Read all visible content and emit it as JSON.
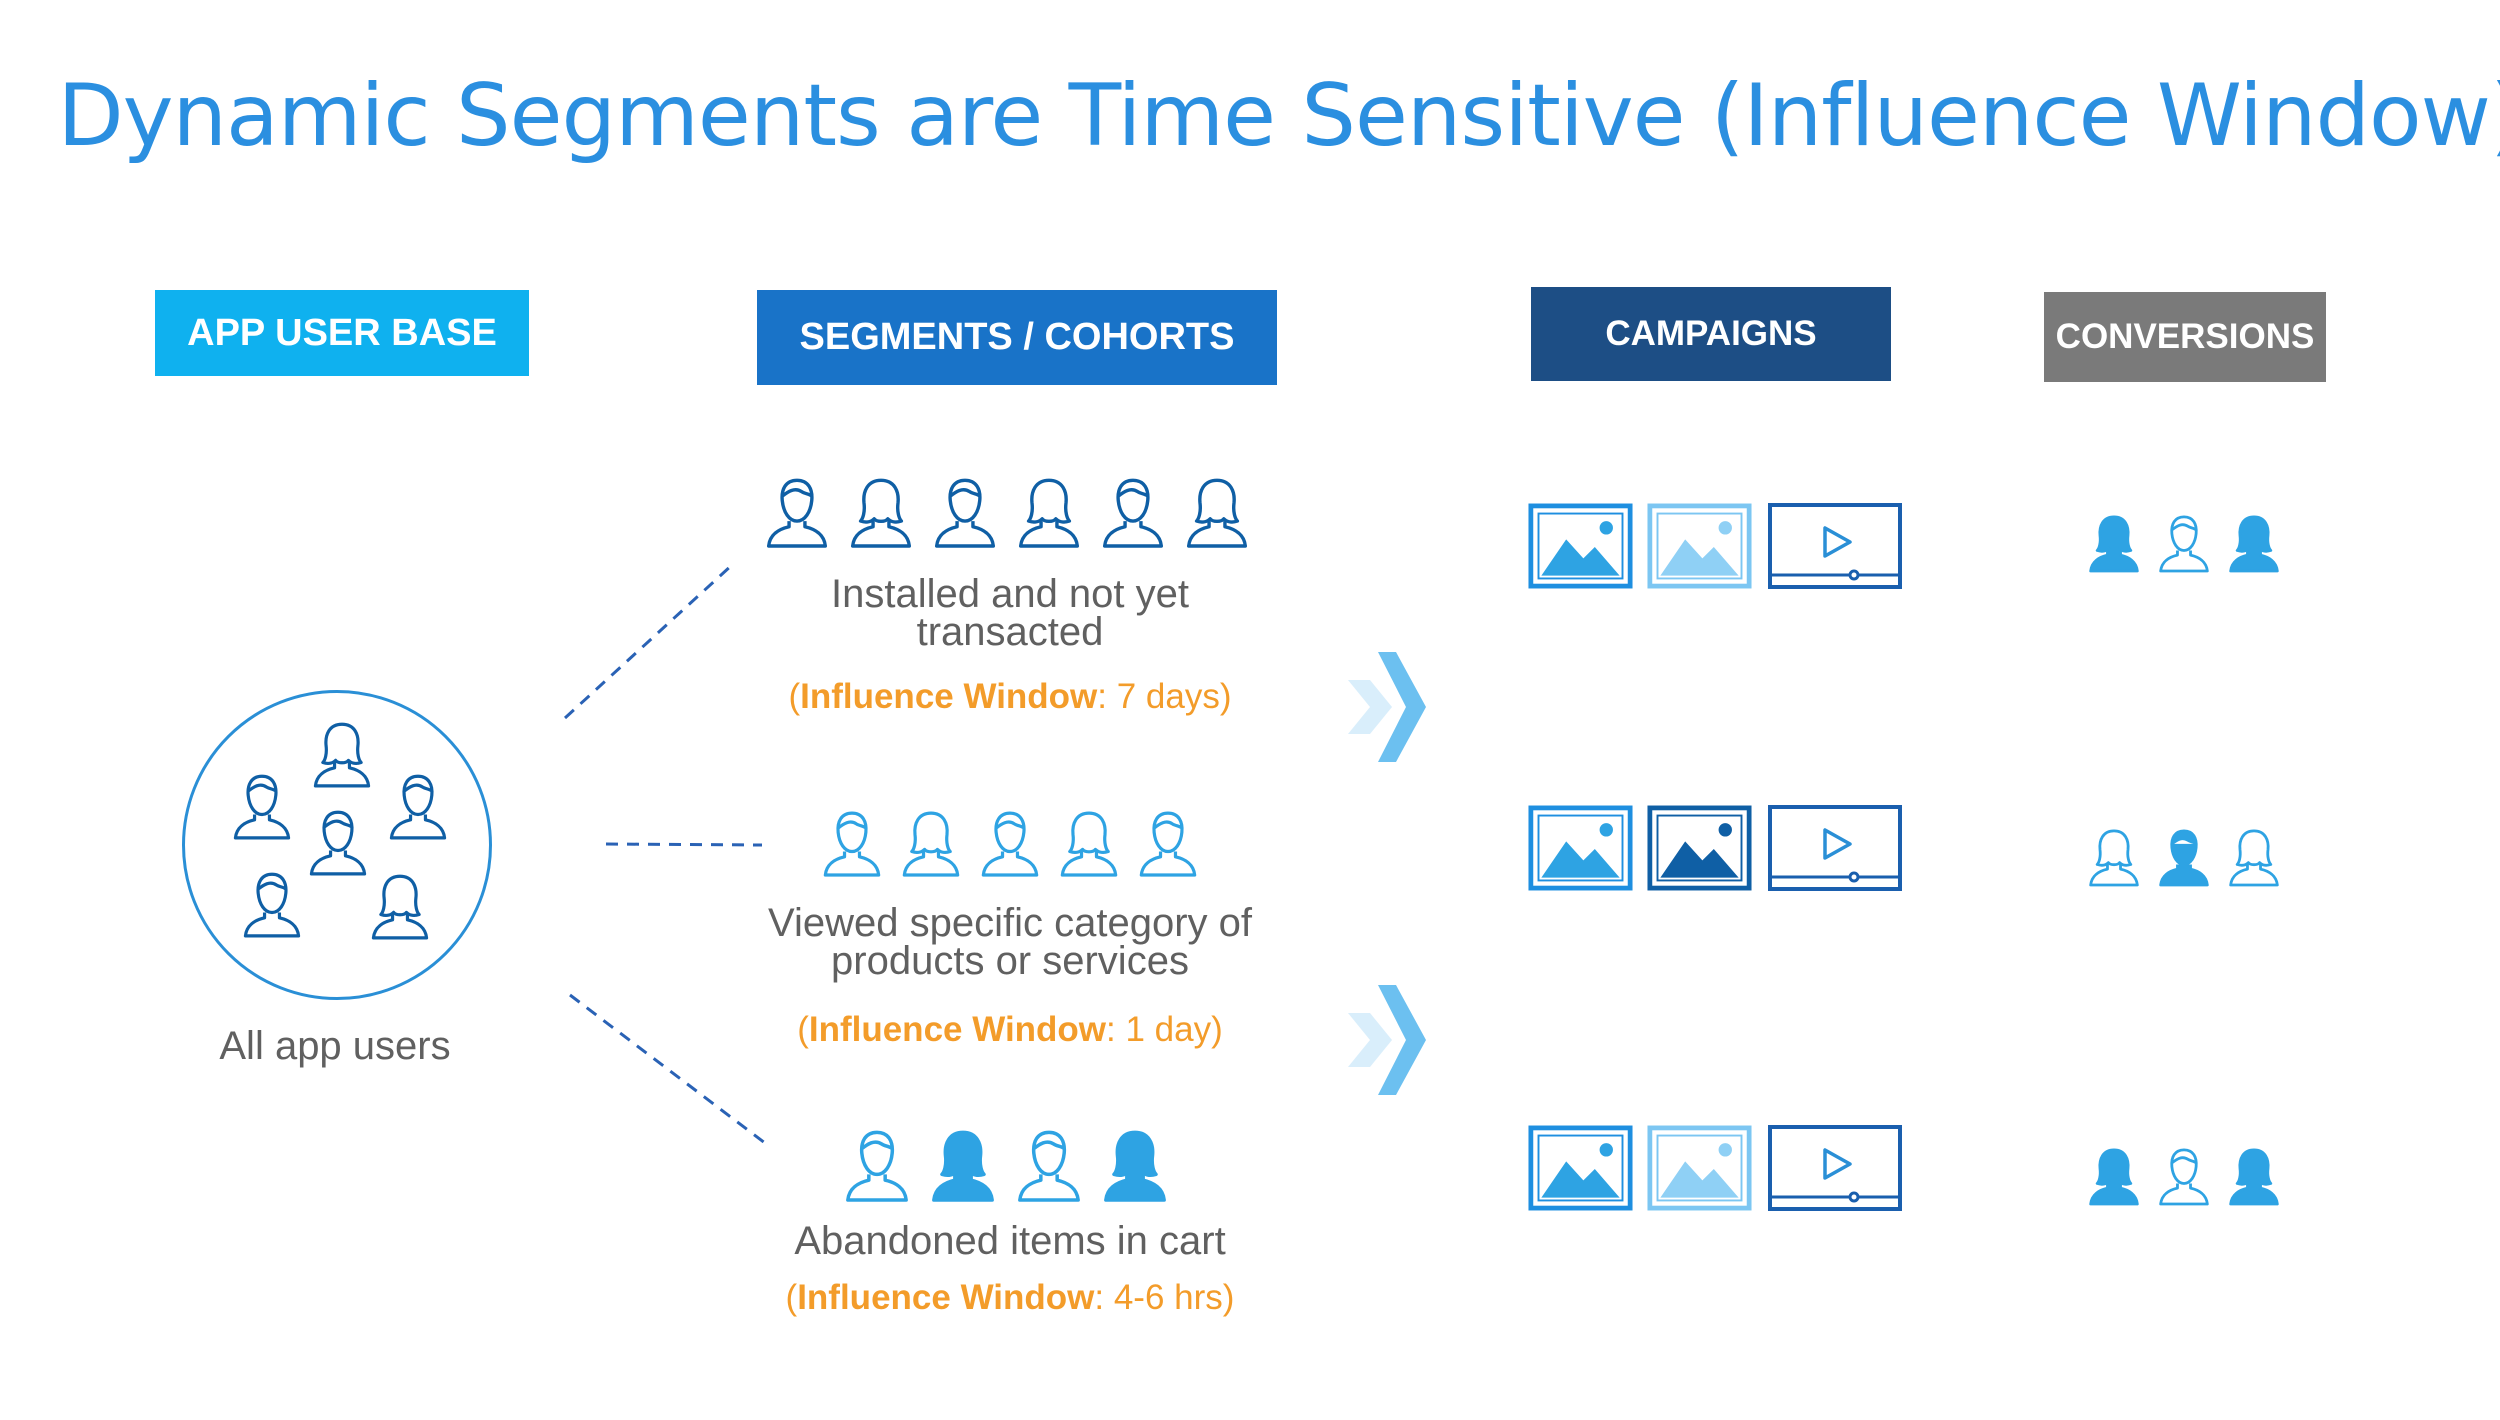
{
  "title": "Dynamic Segments are Time Sensitive (Influence Window)",
  "headers": {
    "user_base": "APP USER BASE",
    "segments": "SEGMENTS / COHORTS",
    "campaigns": "CAMPAIGNS",
    "conversions": "CONVERSIONS"
  },
  "colors": {
    "user_base_header": "#0fb1ef",
    "segments_header": "#1973c8",
    "campaigns_header": "#1d4e85",
    "conversions_header": "#7a7a7a",
    "title": "#2b8fe0",
    "influence": "#f39c2a",
    "icon_light": "#2ea3e3",
    "icon_dark": "#0f5fa5"
  },
  "user_base": {
    "label": "All app users"
  },
  "segments": [
    {
      "label_line1": "Installed and not yet",
      "label_line2": "transacted",
      "window_open": "(",
      "window_label": "Influence Window",
      "window_value": ": 7 days)"
    },
    {
      "label_line1": "Viewed specific category of",
      "label_line2": "products or services",
      "window_open": "(",
      "window_label": "Influence Window",
      "window_value": ": 1 day)"
    },
    {
      "label_line1": "Abandoned items in cart",
      "label_line2": "",
      "window_open": "(",
      "window_label": "Influence Window",
      "window_value": ": 4-6 hrs)"
    }
  ],
  "campaign_rows": [
    [
      "image-ad-icon",
      "image-ad-light-icon",
      "video-ad-icon"
    ],
    [
      "image-ad-icon",
      "image-ad-dark-icon",
      "video-ad-icon"
    ],
    [
      "image-ad-icon",
      "image-ad-light-icon",
      "video-ad-icon"
    ]
  ],
  "conversion_rows": [
    [
      "filled",
      "outline",
      "filled"
    ],
    [
      "outline",
      "filled",
      "outline"
    ],
    [
      "filled",
      "outline",
      "filled"
    ]
  ]
}
